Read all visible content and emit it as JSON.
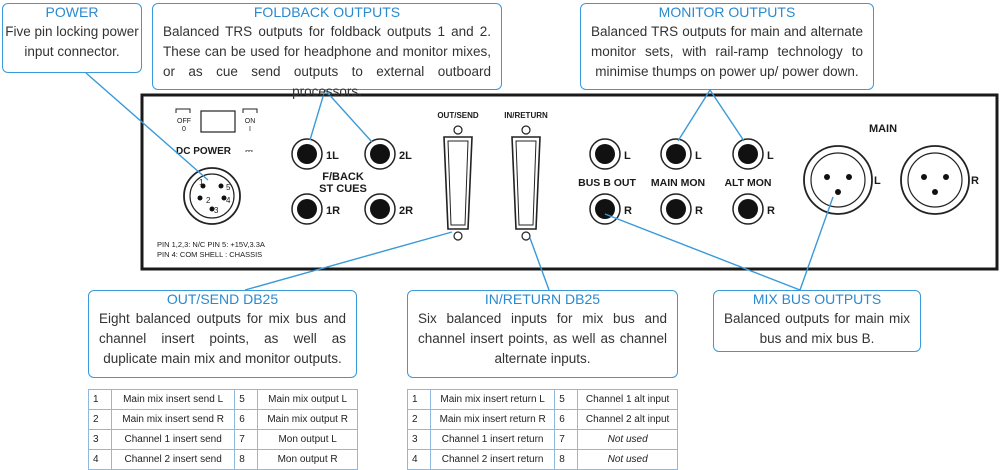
{
  "colors": {
    "accent": "#3a9ad9",
    "panel": "#ffffff",
    "panel_border": "#1a1a1a"
  },
  "callouts": {
    "power": {
      "title": "POWER",
      "text": "Five pin locking power input connector."
    },
    "foldback": {
      "title": "FOLDBACK OUTPUTS",
      "text": "Balanced TRS outputs for foldback outputs 1 and 2. These can be used for headphone and monitor mixes, or as cue send outputs to external outboard processors."
    },
    "monitor": {
      "title": "MONITOR OUTPUTS",
      "text": "Balanced TRS outputs for main and alternate monitor sets, with rail-ramp technology to minimise thumps on power up/ power down."
    },
    "out_send": {
      "title": "OUT/SEND DB25",
      "text": "Eight balanced outputs for mix bus and channel insert points, as well as duplicate main mix and monitor outputs."
    },
    "in_return": {
      "title": "IN/RETURN DB25",
      "text": "Six balanced inputs for mix bus and channel insert points, as well as channel alternate inputs."
    },
    "mix_bus": {
      "title": "MIX BUS OUTPUTS",
      "text": "Balanced outputs for main mix bus and mix bus B."
    }
  },
  "panel": {
    "switch_off": "OFF",
    "switch_off_num": "0",
    "switch_on": "ON",
    "switch_on_num": "I",
    "dc_power": "DC POWER",
    "dc_symbol": "⎓",
    "pin_labels": [
      "1",
      "2",
      "3",
      "4",
      "5"
    ],
    "pin_note_1": "PIN 1,2,3: N/C  PIN 5: +15V,3.3A",
    "pin_note_2": "PIN 4: COM      SHELL : CHASSIS",
    "fb_1l": "1L",
    "fb_2l": "2L",
    "fb_1r": "1R",
    "fb_2r": "2R",
    "fb_title_1": "F/BACK",
    "fb_title_2": "ST CUES",
    "out_send": "OUT/SEND",
    "in_return": "IN/RETURN",
    "l": "L",
    "r": "R",
    "bus_b_out": "BUS B OUT",
    "main_mon": "MAIN MON",
    "alt_mon": "ALT MON",
    "main": "MAIN"
  },
  "out_send_table": [
    [
      "1",
      "Main mix insert send L",
      "5",
      "Main mix output L"
    ],
    [
      "2",
      "Main mix insert send R",
      "6",
      "Main mix output R"
    ],
    [
      "3",
      "Channel 1 insert send",
      "7",
      "Mon output L"
    ],
    [
      "4",
      "Channel 2 insert send",
      "8",
      "Mon output R"
    ]
  ],
  "in_return_table": [
    [
      "1",
      "Main mix insert return L",
      "5",
      "Channel 1 alt input"
    ],
    [
      "2",
      "Main mix insert return R",
      "6",
      "Channel 2 alt input"
    ],
    [
      "3",
      "Channel 1 insert return",
      "7",
      "Not used"
    ],
    [
      "4",
      "Channel 2 insert return",
      "8",
      "Not used"
    ]
  ]
}
